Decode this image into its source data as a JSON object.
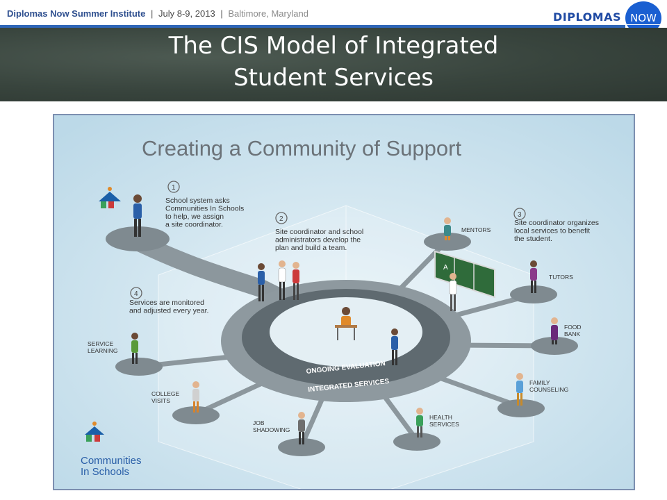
{
  "header": {
    "event_name": "Diplomas Now Summer Institute",
    "separator": "|",
    "date": "July 8-9, 2013",
    "location": "Baltimore, Maryland",
    "logo_word": "DIPLOMAS",
    "logo_circle": "NOW"
  },
  "slide": {
    "title_line1": "The CIS Model of Integrated",
    "title_line2": "Student Services"
  },
  "diagram": {
    "heading": "Creating a Community of Support",
    "steps": [
      {
        "num": "1",
        "lines": [
          "School system asks",
          "Communities In Schools",
          "to help, we assign",
          "a site coordinator."
        ]
      },
      {
        "num": "2",
        "lines": [
          "Site coordinator and school",
          "administrators develop the",
          "plan and build a team."
        ]
      },
      {
        "num": "3",
        "lines": [
          "Site coordinator organizes",
          "local services to benefit",
          "the student."
        ]
      },
      {
        "num": "4",
        "lines": [
          "Services are monitored",
          "and adjusted every year."
        ]
      }
    ],
    "ring_inner": "ONGOING EVALUATION",
    "ring_outer": "INTEGRATED SERVICES",
    "services": [
      "MENTORS",
      "TUTORS",
      "FOOD BANK",
      "FAMILY COUNSELING",
      "HEALTH SERVICES",
      "JOB SHADOWING",
      "COLLEGE VISITS",
      "SERVICE LEARNING"
    ],
    "org_logo_line1": "Communities",
    "org_logo_line2": "In Schools",
    "colors": {
      "highlight": "#cc2a2a",
      "text": "#333333",
      "platform": "#7f8a90"
    }
  }
}
